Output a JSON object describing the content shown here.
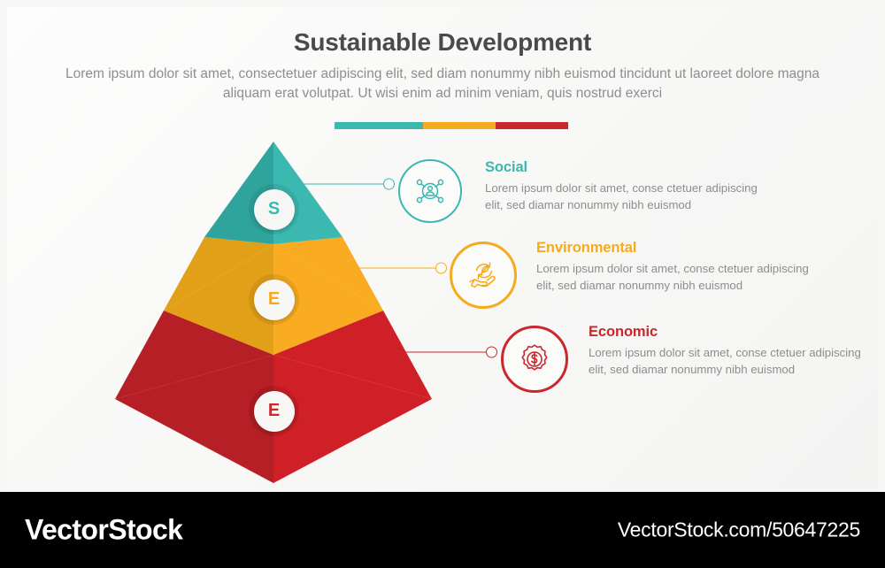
{
  "header": {
    "title": "Sustainable Development",
    "subtitle": "Lorem ipsum dolor sit amet, consectetuer adipiscing elit, sed diam nonummy nibh euismod tincidunt ut laoreet dolore magna aliquam erat volutpat. Ut wisi enim ad minim veniam, quis nostrud exerci"
  },
  "accent_bar": [
    {
      "name": "accent-teal",
      "color": "#3bb8b0"
    },
    {
      "name": "accent-yellow",
      "color": "#f5ab1e"
    },
    {
      "name": "accent-red",
      "color": "#c9282d"
    }
  ],
  "colors": {
    "teal": "#3bb8b0",
    "teal_dark": "#2fa49c",
    "yellow": "#f9ab21",
    "yellow_dark": "#e2a018",
    "red": "#cf2027",
    "red_dark": "#b51f25",
    "heading_social": "#3bb8b0",
    "heading_environmental": "#f5ab1e",
    "heading_economic": "#c9282d",
    "body_text": "#8d8d8d",
    "title_text": "#4a4a4a",
    "card_bg": "#fbfbfa",
    "page_bg": "#f7f7f6",
    "footer_bg": "#000000"
  },
  "pyramid": {
    "name": "three-tier-pyramid",
    "tiers": [
      {
        "badge": "S",
        "level": "top",
        "color": "#3bb8b0",
        "color_dark": "#2fa49c",
        "badge_color": "#3bb8b0"
      },
      {
        "badge": "E",
        "level": "middle",
        "color": "#f9ab21",
        "color_dark": "#e2a018",
        "badge_color": "#f5ab1e"
      },
      {
        "badge": "E",
        "level": "bottom",
        "color": "#cf2027",
        "color_dark": "#b51f25",
        "badge_color": "#c9282d"
      }
    ]
  },
  "items": [
    {
      "id": "social",
      "heading": "Social",
      "body": "Lorem ipsum dolor sit amet, conse ctetuer adipiscing elit, sed diamar nonummy nibh euismod",
      "icon": "people-network-icon",
      "color": "#3bb8b0"
    },
    {
      "id": "environmental",
      "heading": "Environmental",
      "body": "Lorem ipsum dolor sit amet, conse ctetuer adipiscing elit, sed diamar nonummy nibh euismod",
      "icon": "hand-leaf-recycle-icon",
      "color": "#f5ab1e"
    },
    {
      "id": "economic",
      "heading": "Economic",
      "body": "Lorem ipsum dolor sit amet, conse ctetuer adipiscing elit, sed diamar nonummy nibh euismod",
      "icon": "gear-dollar-icon",
      "color": "#c9282d"
    }
  ],
  "footer": {
    "brand": "VectorStock",
    "url": "VectorStock.com/50647225"
  }
}
